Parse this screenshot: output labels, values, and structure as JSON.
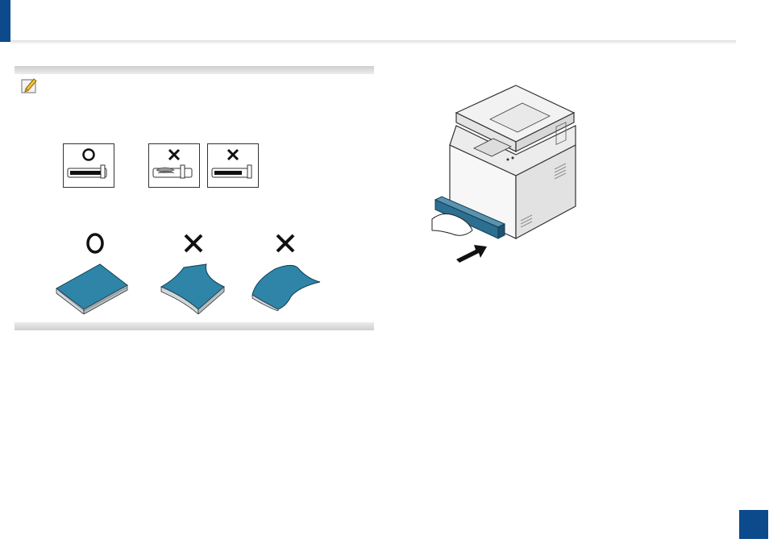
{
  "page": {
    "accent_color": "#0d4a8c",
    "page_number": ""
  },
  "note": {
    "icon": "note-pencil-icon",
    "guide_marks": [
      "correct",
      "incorrect",
      "incorrect"
    ],
    "paper_marks": [
      "correct",
      "incorrect",
      "incorrect"
    ]
  },
  "illustration": {
    "subject": "printer-tray-insert"
  }
}
